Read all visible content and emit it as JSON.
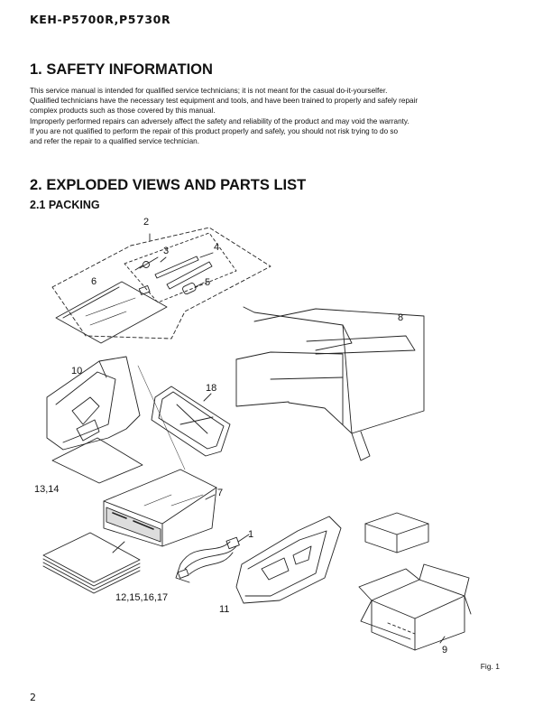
{
  "header": {
    "model": "KEH-P5700R,P5730R"
  },
  "section1": {
    "title": "1. SAFETY INFORMATION",
    "lines": [
      "This service manual is intended for qualified service technicians; it is not meant for the casual do-it-yourselfer.",
      "Qualified technicians have the necessary test equipment and tools, and have been trained to properly and safely repair",
      "complex products such as those covered by this manual.",
      "Improperly performed repairs can adversely affect the safety and reliability of the product and may void the warranty.",
      "If you are not qualified to perform the repair of this product properly and safely, you should not risk trying to do so",
      "and refer the repair to a qualified service technician."
    ]
  },
  "section2": {
    "title": "2. EXPLODED VIEWS AND PARTS LIST",
    "subtitle": "2.1 PACKING"
  },
  "figure": {
    "callouts": {
      "c1": "1",
      "c2": "2",
      "c3": "3",
      "c4": "4",
      "c5": "5",
      "c6": "6",
      "c7": "7",
      "c8": "8",
      "c9": "9",
      "c10": "10",
      "c11": "11",
      "c18": "18",
      "c1314": "13,14",
      "c12": "12,15,16,17"
    },
    "label": "Fig. 1"
  },
  "footer": {
    "page_number": "2"
  }
}
